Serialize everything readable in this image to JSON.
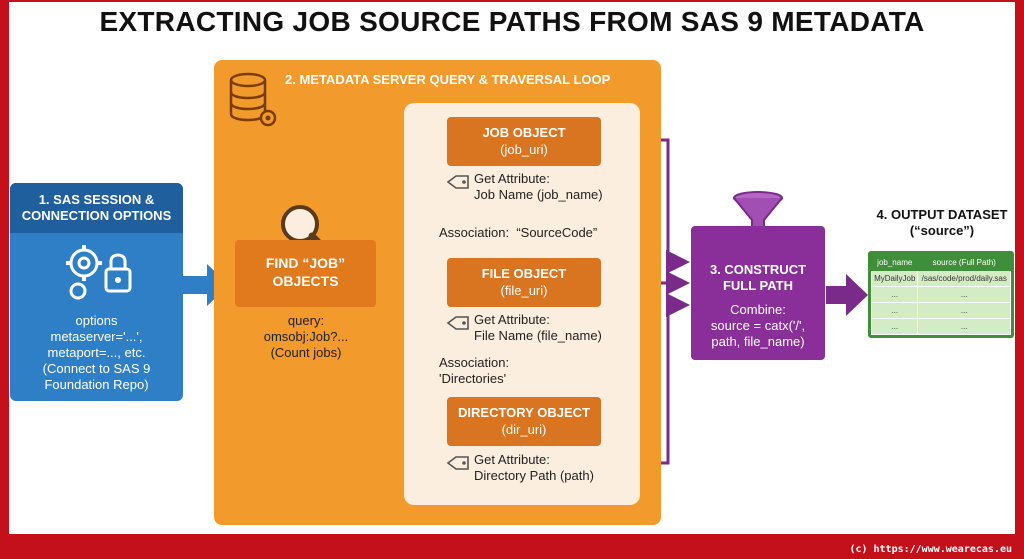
{
  "title": "EXTRACTING JOB SOURCE PATHS FROM SAS 9 METADATA",
  "footer": "(c) https://www.wearecas.eu",
  "section1": {
    "heading": [
      "1. SAS SESSION &",
      "CONNECTION OPTIONS"
    ],
    "lines": [
      "options",
      "metaserver='...',",
      "metaport=..., etc.",
      "(Connect to SAS 9",
      "Foundation Repo)"
    ]
  },
  "section2": {
    "heading": "2. METADATA SERVER QUERY & TRAVERSAL LOOP",
    "find": [
      "FIND “JOB”",
      "OBJECTS"
    ],
    "query": [
      "query:",
      "omsobj:Job?...",
      "(Count jobs)"
    ],
    "job": {
      "title": "JOB OBJECT",
      "sub": "(job_uri)",
      "attr": [
        "Get Attribute:",
        "Job Name (job_name)"
      ]
    },
    "assoc1": "Association:  “SourceCode”",
    "file": {
      "title": "FILE OBJECT",
      "sub": "(file_uri)",
      "attr": [
        "Get Attribute:",
        "File Name (file_name)"
      ]
    },
    "assoc2": [
      "Association:",
      "'Directories'"
    ],
    "dir": {
      "title": "DIRECTORY OBJECT",
      "sub": "(dir_uri)",
      "attr": [
        "Get Attribute:",
        "Directory Path (path)"
      ]
    }
  },
  "section3": {
    "heading": [
      "3. CONSTRUCT",
      "FULL PATH"
    ],
    "lines": [
      "Combine:",
      "source = catx('/',",
      "path, file_name)"
    ]
  },
  "section4": {
    "heading": [
      "4. OUTPUT DATASET",
      "(“source”)"
    ],
    "columns": [
      "job_name",
      "source (Full Path)"
    ],
    "rows": [
      [
        "MyDailyJob",
        "/sas/code/prod/daily.sas"
      ],
      [
        "...",
        "..."
      ],
      [
        "...",
        "..."
      ],
      [
        "...",
        "..."
      ]
    ]
  },
  "colors": {
    "blue": "#2f7fc6",
    "orange": "#f39a2c",
    "purple": "#8a2f9a",
    "green": "#3f8f3a",
    "frame": "#c4101a"
  }
}
